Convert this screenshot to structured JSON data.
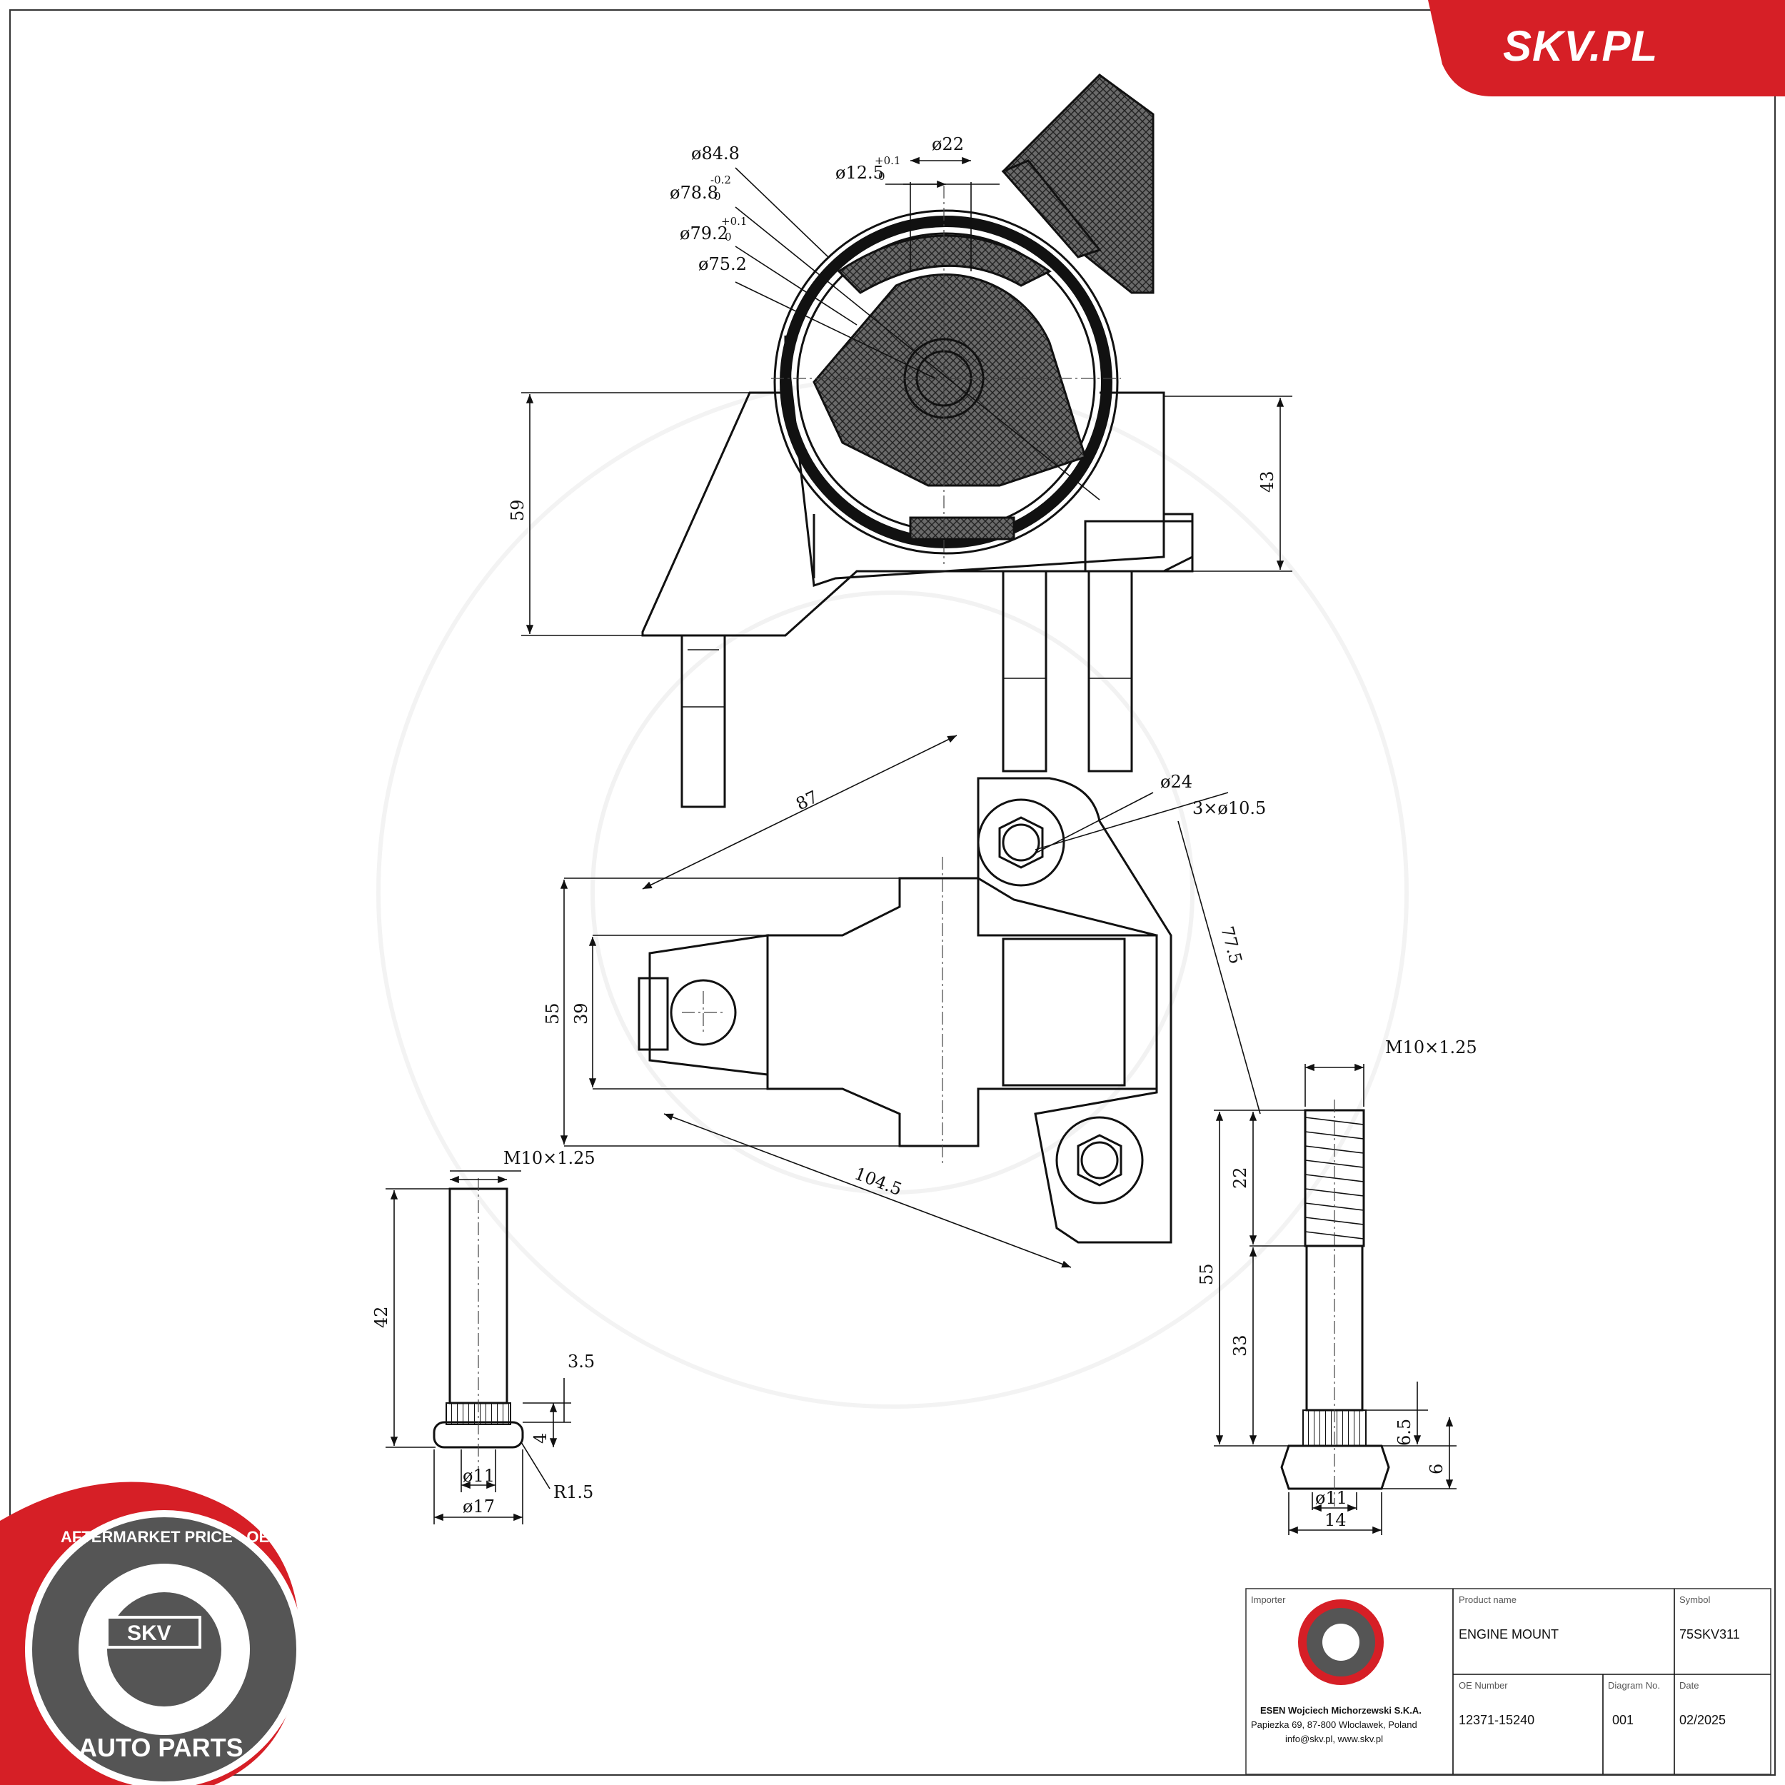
{
  "brand": {
    "site": "SKV.PL",
    "color": "#d61f26"
  },
  "stamp": {
    "ring_text": "AFTERMARKET PRICE - OE QUALITY",
    "bottom_text": "AUTO PARTS",
    "center": "SKV"
  },
  "top_view": {
    "d84_8": "ø84.8",
    "d78_8": "ø78.8",
    "d78_8_tol_top": "-0.2",
    "d78_8_tol_bot": "0",
    "d79_2": "ø79.2",
    "d79_2_tol_top": "+0.1",
    "d79_2_tol_bot": "0",
    "d75_2": "ø75.2",
    "d12_5": "ø12.5",
    "d12_5_tol_top": "+0.1",
    "d12_5_tol_bot": "0",
    "d22": "ø22",
    "h59": "59",
    "h43": "43"
  },
  "plan_view": {
    "l87": "87",
    "d24": "ø24",
    "holes": "3×ø10.5",
    "l77_5": "77.5",
    "h55": "55",
    "h39": "39",
    "l104_5": "104.5"
  },
  "left_bolt": {
    "thread": "M10×1.25",
    "l42": "42",
    "h3_5": "3.5",
    "h4": "4",
    "d11": "ø11",
    "d17": "ø17",
    "r1_5": "R1.5"
  },
  "right_bolt": {
    "thread": "M10×1.25",
    "l22": "22",
    "l55": "55",
    "l33": "33",
    "h6_5": "6.5",
    "h6": "6",
    "d11": "ø11",
    "w14": "14"
  },
  "title_block": {
    "importer_label": "Importer",
    "product_label": "Product name",
    "product_value": "ENGINE MOUNT",
    "symbol_label": "Symbol",
    "symbol_value": "75SKV311",
    "oe_label": "OE Number",
    "oe_value": "12371-15240",
    "diagram_label": "Diagram No.",
    "diagram_value": "001",
    "date_label": "Date",
    "date_value": "02/2025",
    "company_line1": "ESEN Wojciech Michorzewski S.K.A.",
    "company_line2": "Papiezka 69, 87-800 Wloclawek, Poland",
    "company_line3": "info@skv.pl, www.skv.pl"
  }
}
